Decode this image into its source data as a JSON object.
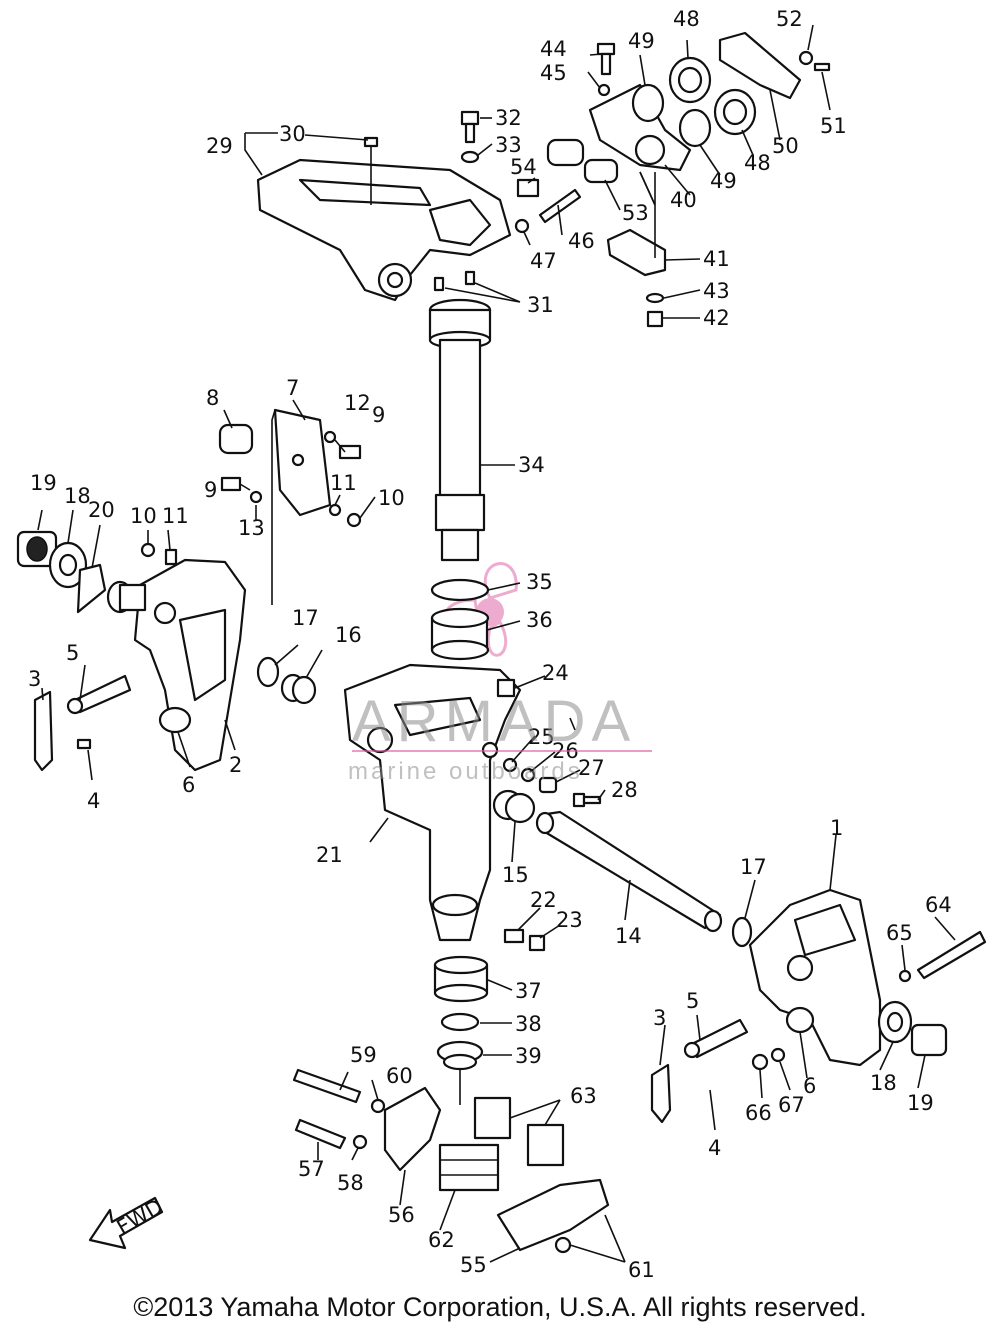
{
  "diagram": {
    "labels": [
      {
        "id": "1",
        "text": "1"
      },
      {
        "id": "2",
        "text": "2"
      },
      {
        "id": "3a",
        "text": "3"
      },
      {
        "id": "3b",
        "text": "3"
      },
      {
        "id": "4a",
        "text": "4"
      },
      {
        "id": "4b",
        "text": "4"
      },
      {
        "id": "5a",
        "text": "5"
      },
      {
        "id": "5b",
        "text": "5"
      },
      {
        "id": "6a",
        "text": "6"
      },
      {
        "id": "6b",
        "text": "6"
      },
      {
        "id": "7",
        "text": "7"
      },
      {
        "id": "8",
        "text": "8"
      },
      {
        "id": "9a",
        "text": "9"
      },
      {
        "id": "9b",
        "text": "9"
      },
      {
        "id": "10a",
        "text": "10"
      },
      {
        "id": "10b",
        "text": "10"
      },
      {
        "id": "11a",
        "text": "11"
      },
      {
        "id": "11b",
        "text": "11"
      },
      {
        "id": "12",
        "text": "12"
      },
      {
        "id": "13",
        "text": "13"
      },
      {
        "id": "14",
        "text": "14"
      },
      {
        "id": "15",
        "text": "15"
      },
      {
        "id": "16",
        "text": "16"
      },
      {
        "id": "17a",
        "text": "17"
      },
      {
        "id": "17b",
        "text": "17"
      },
      {
        "id": "18a",
        "text": "18"
      },
      {
        "id": "18b",
        "text": "18"
      },
      {
        "id": "19a",
        "text": "19"
      },
      {
        "id": "19b",
        "text": "19"
      },
      {
        "id": "20",
        "text": "20"
      },
      {
        "id": "21",
        "text": "21"
      },
      {
        "id": "22",
        "text": "22"
      },
      {
        "id": "23",
        "text": "23"
      },
      {
        "id": "24",
        "text": "24"
      },
      {
        "id": "25",
        "text": "25"
      },
      {
        "id": "26",
        "text": "26"
      },
      {
        "id": "27",
        "text": "27"
      },
      {
        "id": "28",
        "text": "28"
      },
      {
        "id": "29",
        "text": "29"
      },
      {
        "id": "30",
        "text": "30"
      },
      {
        "id": "31",
        "text": "31"
      },
      {
        "id": "32",
        "text": "32"
      },
      {
        "id": "33",
        "text": "33"
      },
      {
        "id": "34",
        "text": "34"
      },
      {
        "id": "35",
        "text": "35"
      },
      {
        "id": "36",
        "text": "36"
      },
      {
        "id": "37",
        "text": "37"
      },
      {
        "id": "38",
        "text": "38"
      },
      {
        "id": "39",
        "text": "39"
      },
      {
        "id": "40",
        "text": "40"
      },
      {
        "id": "41",
        "text": "41"
      },
      {
        "id": "42",
        "text": "42"
      },
      {
        "id": "43",
        "text": "43"
      },
      {
        "id": "44",
        "text": "44"
      },
      {
        "id": "45",
        "text": "45"
      },
      {
        "id": "46",
        "text": "46"
      },
      {
        "id": "47",
        "text": "47"
      },
      {
        "id": "48a",
        "text": "48"
      },
      {
        "id": "48b",
        "text": "48"
      },
      {
        "id": "49a",
        "text": "49"
      },
      {
        "id": "49b",
        "text": "49"
      },
      {
        "id": "50",
        "text": "50"
      },
      {
        "id": "51",
        "text": "51"
      },
      {
        "id": "52",
        "text": "52"
      },
      {
        "id": "53",
        "text": "53"
      },
      {
        "id": "54",
        "text": "54"
      },
      {
        "id": "55",
        "text": "55"
      },
      {
        "id": "56",
        "text": "56"
      },
      {
        "id": "57",
        "text": "57"
      },
      {
        "id": "58",
        "text": "58"
      },
      {
        "id": "59",
        "text": "59"
      },
      {
        "id": "60",
        "text": "60"
      },
      {
        "id": "61",
        "text": "61"
      },
      {
        "id": "62",
        "text": "62"
      },
      {
        "id": "63",
        "text": "63"
      },
      {
        "id": "64",
        "text": "64"
      },
      {
        "id": "65",
        "text": "65"
      },
      {
        "id": "66",
        "text": "66"
      },
      {
        "id": "67",
        "text": "67"
      }
    ],
    "fwd_arrow_text": "FWD"
  },
  "watermark": {
    "brand": "ARMADA",
    "tagline": "marine outboards",
    "accent_color": "#e06aa8"
  },
  "footer": {
    "copyright": "©2013 Yamaha Motor Corporation, U.S.A. All rights reserved."
  }
}
